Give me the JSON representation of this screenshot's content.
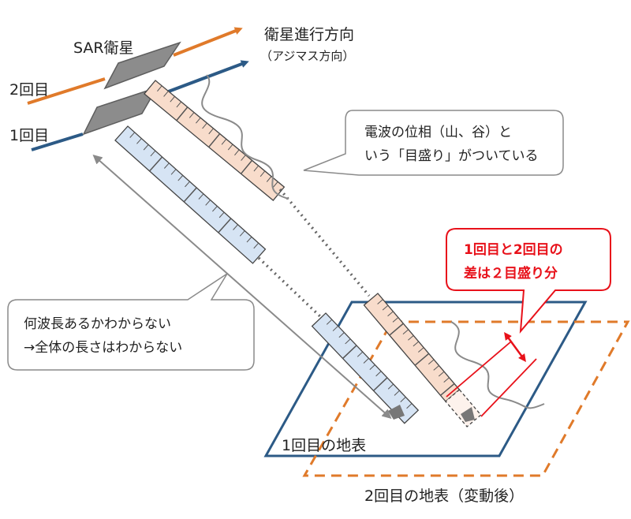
{
  "labels": {
    "sar_satellite": "SAR衛星",
    "pass_2": "2回目",
    "pass_1": "1回目",
    "direction_title": "衛星進行方向",
    "direction_sub": "（アジマス方向）",
    "ground_1": "1回目の地表",
    "ground_2": "2回目の地表（変動後）"
  },
  "callouts": {
    "phase": [
      "電波の位相（山、谷）と",
      "いう「目盛り」がついている"
    ],
    "wavelength": [
      "何波長あるかわからない",
      "→全体の長さはわからない"
    ],
    "difference": [
      "1回目と2回目の",
      "差は２目盛り分"
    ]
  },
  "colors": {
    "orange": "#e07a2a",
    "blue": "#2c5a86",
    "satellite_gray": "#8c8c8c",
    "ruler_orange_fill": "#f8dccb",
    "ruler_blue_fill": "#d6e4f4",
    "red": "#e8111a",
    "callout_border": "#8a8a8a"
  }
}
